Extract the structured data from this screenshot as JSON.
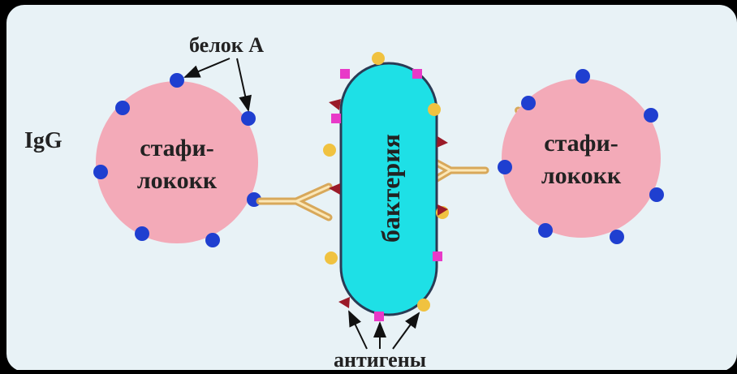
{
  "diagram": {
    "labels": {
      "protein_a": "белок А",
      "igg": "IgG",
      "staph_left_line1": "стафи-",
      "staph_left_line2": "лококк",
      "staph_right_line1": "стафи-",
      "staph_right_line2": "лококк",
      "bacterium": "бактерия",
      "antigens": "антигены"
    },
    "colors": {
      "frame_background": "#000000",
      "panel_background": "#e8f2f6",
      "staphylococcus_fill": "#f3aab8",
      "bacterium_fill": "#1ee0e6",
      "bacterium_stroke": "#2a3b55",
      "protein_a_dot": "#1f3fd0",
      "antibody_outer": "#d8a85a",
      "antibody_inner": "#fbe7b7",
      "antigen_yellow": "#f0c240",
      "antigen_magenta": "#e83ac8",
      "antigen_darkred": "#9a1a28",
      "text": "#222222",
      "arrow": "#111111"
    },
    "icons": {
      "antibody": "y-shaped-antibody-icon",
      "protein_a": "blue-dot-icon",
      "antigen_round": "yellow-circle-icon",
      "antigen_square": "magenta-square-icon",
      "antigen_triangle": "dark-red-triangle-icon"
    }
  }
}
